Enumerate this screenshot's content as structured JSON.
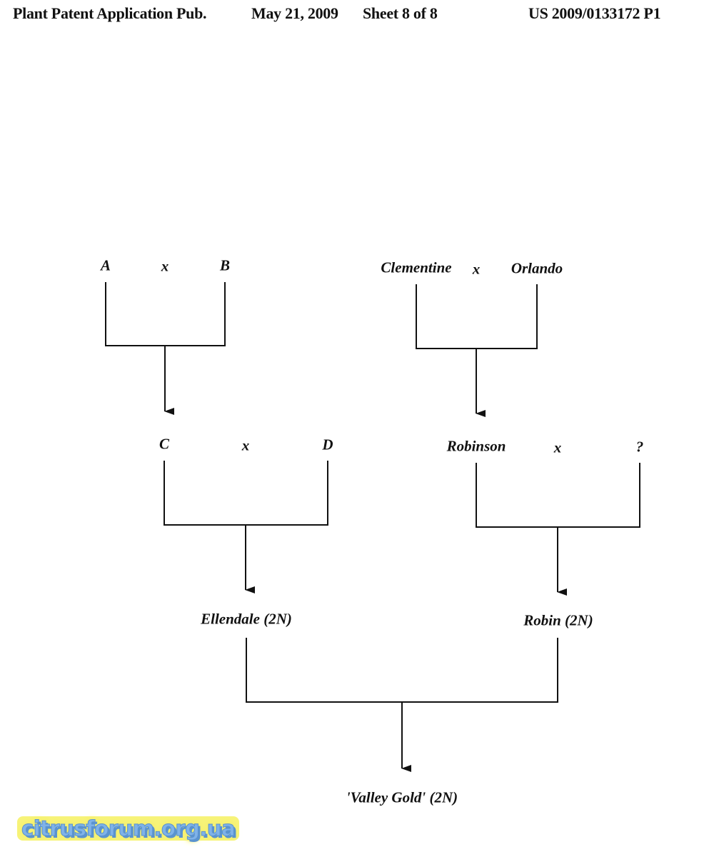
{
  "header": {
    "publication": "Plant Patent Application Pub.",
    "date": "May 21, 2009",
    "sheet": "Sheet 8 of 8",
    "number": "US 2009/0133172 P1"
  },
  "pedigree": {
    "cross1": {
      "parent1": "A",
      "sep": "x",
      "parent2": "B"
    },
    "cross2": {
      "parent1": "Clementine",
      "sep": "x",
      "parent2": "Orlando"
    },
    "cross3": {
      "parent1": "C",
      "sep": "x",
      "parent2": "D"
    },
    "cross4": {
      "parent1": "Robinson",
      "sep": "x",
      "parent2": "?"
    },
    "ellendale": "Ellendale (2N)",
    "robin": "Robin (2N)",
    "result": "'Valley Gold' (2N)"
  },
  "watermark": "citrusforum.org.ua"
}
